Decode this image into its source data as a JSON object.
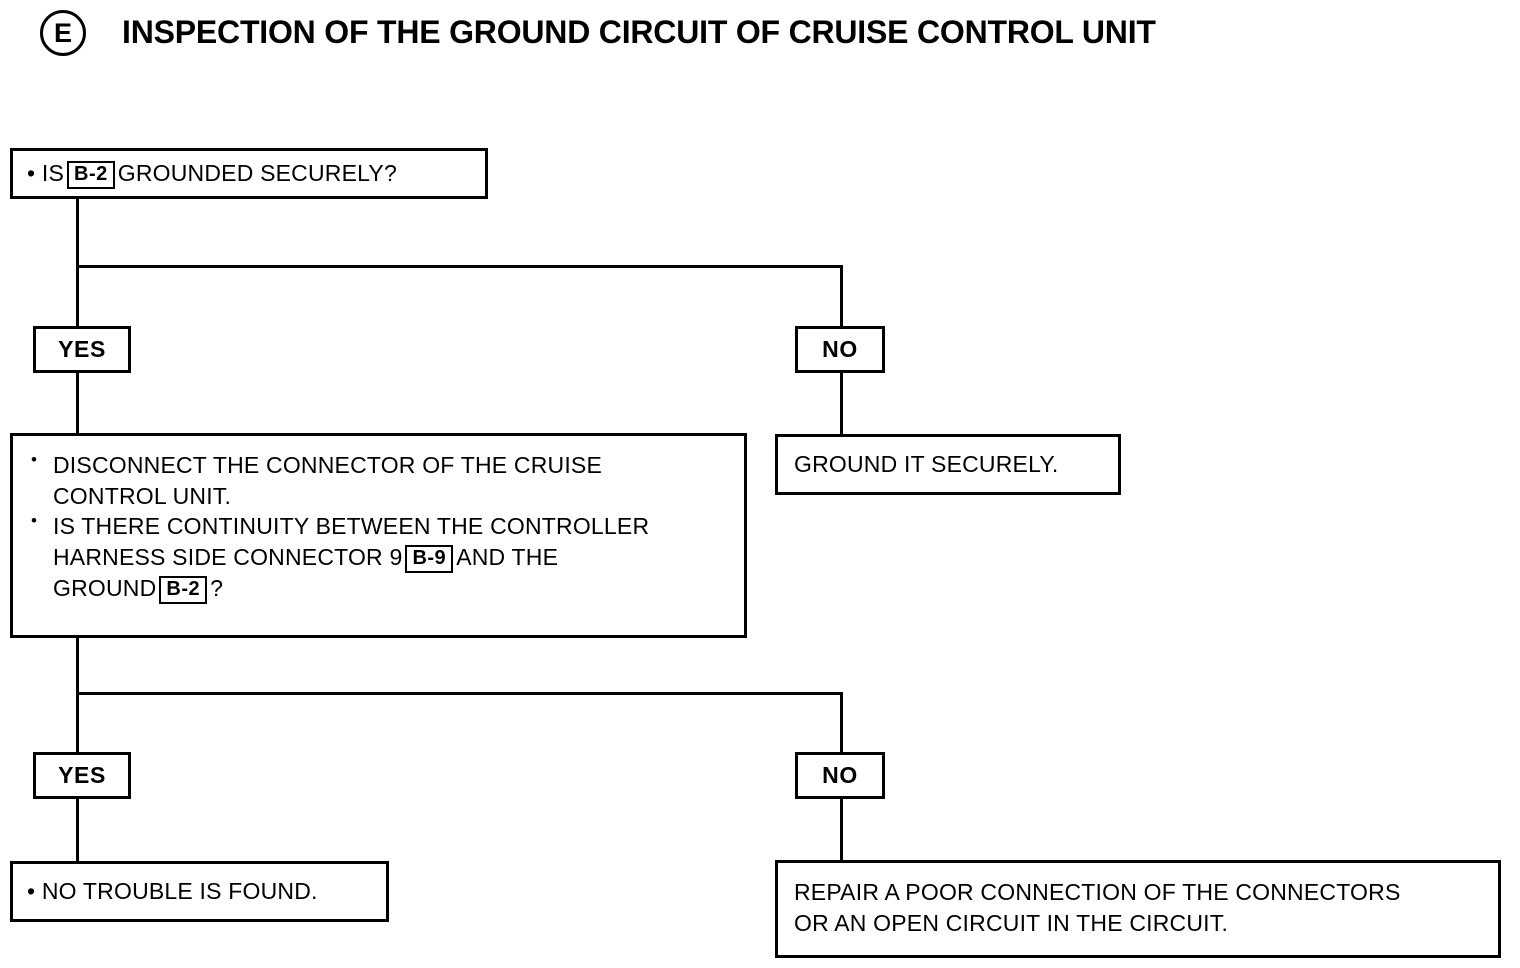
{
  "header": {
    "badge": "E",
    "title": "INSPECTION OF THE GROUND CIRCUIT OF CRUISE CONTROL UNIT"
  },
  "flowchart": {
    "question_1": {
      "bullet": "•",
      "text_before": "IS",
      "tag": "B-2",
      "text_after": "GROUNDED SECURELY?"
    },
    "branch_1": {
      "yes_label": "YES",
      "no_label": "NO"
    },
    "action": {
      "bullet_1_line_1": "DISCONNECT THE CONNECTOR OF THE CRUISE",
      "bullet_1_line_2": "CONTROL UNIT.",
      "bullet_2_line_1": "IS THERE CONTINUITY BETWEEN THE CONTROLLER",
      "bullet_2_line_2_before": "HARNESS SIDE CONNECTOR 9",
      "bullet_2_tag_1": "B-9",
      "bullet_2_line_2_after": "AND THE",
      "bullet_2_line_3_before": "GROUND",
      "bullet_2_tag_2": "B-2",
      "bullet_2_line_3_after": "?"
    },
    "ground_result": {
      "text": "GROUND IT SECURELY."
    },
    "branch_2": {
      "yes_label": "YES",
      "no_label": "NO"
    },
    "no_trouble_result": {
      "bullet": "•",
      "text": "NO TROUBLE IS FOUND."
    },
    "repair_result": {
      "line_1": "REPAIR A POOR CONNECTION OF THE CONNECTORS",
      "line_2": "OR AN OPEN CIRCUIT IN THE CIRCUIT."
    }
  },
  "colors": {
    "ink": "#000000",
    "background": "#ffffff"
  }
}
